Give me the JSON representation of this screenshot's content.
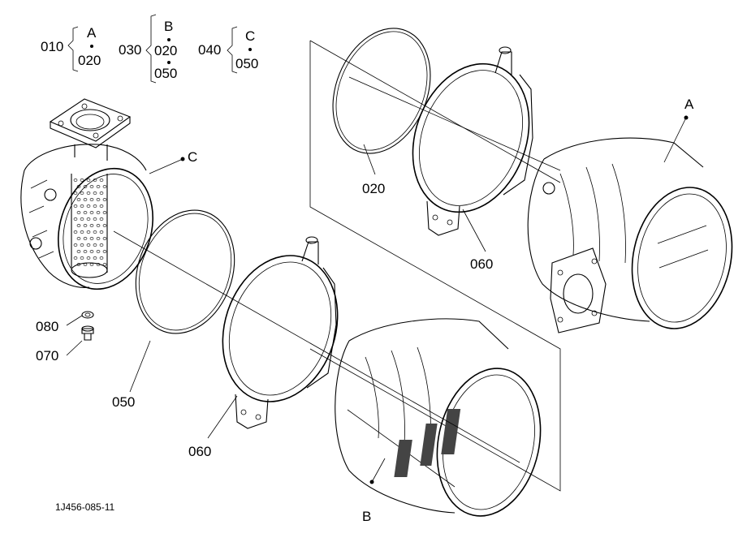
{
  "legend": {
    "group1": {
      "code": "010",
      "top": "A",
      "items": [
        "020"
      ]
    },
    "group2": {
      "code": "030",
      "top": "B",
      "items": [
        "020",
        "050"
      ]
    },
    "group3": {
      "code": "040",
      "top": "C",
      "items": [
        "050"
      ]
    }
  },
  "callouts": {
    "A": "A",
    "B": "B",
    "C": "C",
    "p020": "020",
    "p050": "050",
    "p060_upper": "060",
    "p060_lower": "060",
    "p070": "070",
    "p080": "080"
  },
  "figure_id": "1J456-085-11"
}
